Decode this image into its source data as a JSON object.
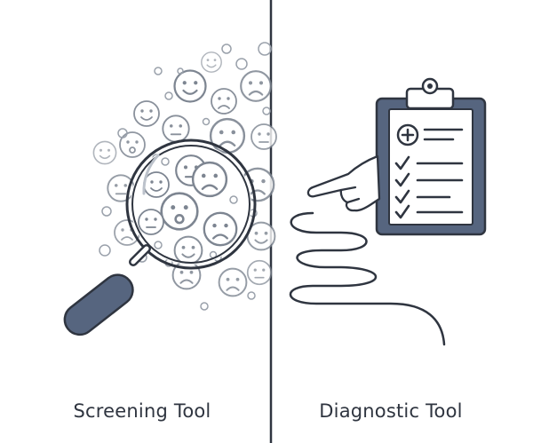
{
  "panels": {
    "left": {
      "caption": "Screening Tool"
    },
    "right": {
      "caption": "Diagnostic Tool"
    }
  },
  "colors": {
    "ink": "#2f3540",
    "face_line": "#7d8591",
    "handle": "#56657f",
    "clipboard_board": "#56657f",
    "paper": "#ffffff"
  },
  "icons": {
    "left": [
      "emoji-faces-cluster",
      "magnifying-glass-icon"
    ],
    "right": [
      "clipboard-icon",
      "plus-circle-icon",
      "checkmark-icon",
      "pointing-hand-icon",
      "wavy-path-line"
    ]
  }
}
